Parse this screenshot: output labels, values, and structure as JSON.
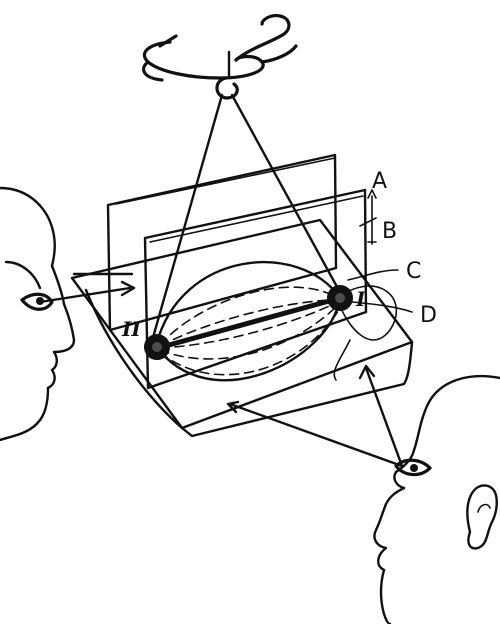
{
  "labels": {
    "A": "A",
    "B": "B",
    "C": "C",
    "D": "D",
    "pole_1": "I",
    "pole_2": "II"
  },
  "colors": {
    "ink": "#111111",
    "paper": "#ffffff"
  }
}
